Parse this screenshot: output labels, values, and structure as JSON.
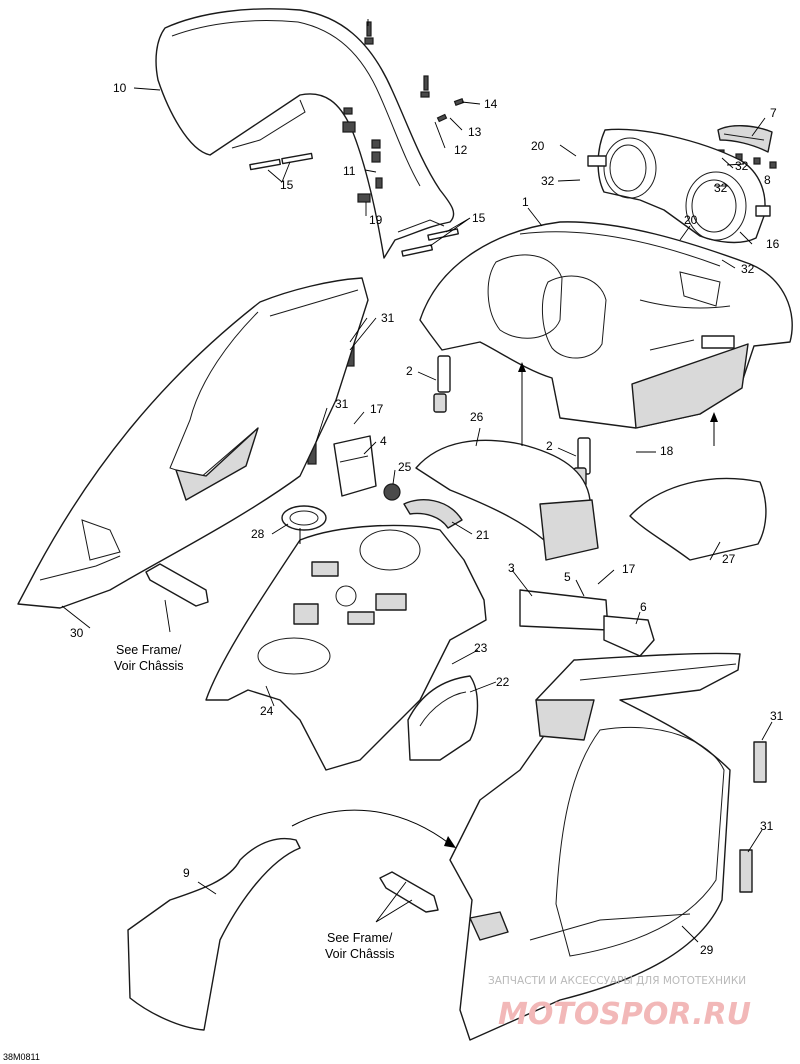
{
  "callouts": [
    {
      "id": "c1",
      "label": "1"
    },
    {
      "id": "c2a",
      "label": "2"
    },
    {
      "id": "c2b",
      "label": "2"
    },
    {
      "id": "c3",
      "label": "3"
    },
    {
      "id": "c4",
      "label": "4"
    },
    {
      "id": "c5",
      "label": "5"
    },
    {
      "id": "c6",
      "label": "6"
    },
    {
      "id": "c7",
      "label": "7"
    },
    {
      "id": "c8",
      "label": "8"
    },
    {
      "id": "c9",
      "label": "9"
    },
    {
      "id": "c10",
      "label": "10"
    },
    {
      "id": "c11",
      "label": "11"
    },
    {
      "id": "c12",
      "label": "12"
    },
    {
      "id": "c13",
      "label": "13"
    },
    {
      "id": "c14",
      "label": "14"
    },
    {
      "id": "c15a",
      "label": "15"
    },
    {
      "id": "c15b",
      "label": "15"
    },
    {
      "id": "c16",
      "label": "16"
    },
    {
      "id": "c17a",
      "label": "17"
    },
    {
      "id": "c17b",
      "label": "17"
    },
    {
      "id": "c18",
      "label": "18"
    },
    {
      "id": "c19",
      "label": "19"
    },
    {
      "id": "c20a",
      "label": "20"
    },
    {
      "id": "c20b",
      "label": "20"
    },
    {
      "id": "c21",
      "label": "21"
    },
    {
      "id": "c22",
      "label": "22"
    },
    {
      "id": "c23",
      "label": "23"
    },
    {
      "id": "c24",
      "label": "24"
    },
    {
      "id": "c25",
      "label": "25"
    },
    {
      "id": "c26",
      "label": "26"
    },
    {
      "id": "c27",
      "label": "27"
    },
    {
      "id": "c28",
      "label": "28"
    },
    {
      "id": "c29",
      "label": "29"
    },
    {
      "id": "c30",
      "label": "30"
    },
    {
      "id": "c31a",
      "label": "31"
    },
    {
      "id": "c31b",
      "label": "31"
    },
    {
      "id": "c31c",
      "label": "31"
    },
    {
      "id": "c31d",
      "label": "31"
    },
    {
      "id": "c32a",
      "label": "32"
    },
    {
      "id": "c32b",
      "label": "32"
    },
    {
      "id": "c32c",
      "label": "32"
    },
    {
      "id": "c32d",
      "label": "32"
    }
  ],
  "notes": {
    "see_frame_line1": "See Frame/",
    "see_frame_line2": "Voir Châssis"
  },
  "drawing_code": "38M0811",
  "watermark": {
    "tagline": "ЗАПЧАСТИ И АКСЕССУАРЫ ДЛЯ МОТОТЕХНИКИ",
    "logo": "MOTOSPOR.RU"
  }
}
